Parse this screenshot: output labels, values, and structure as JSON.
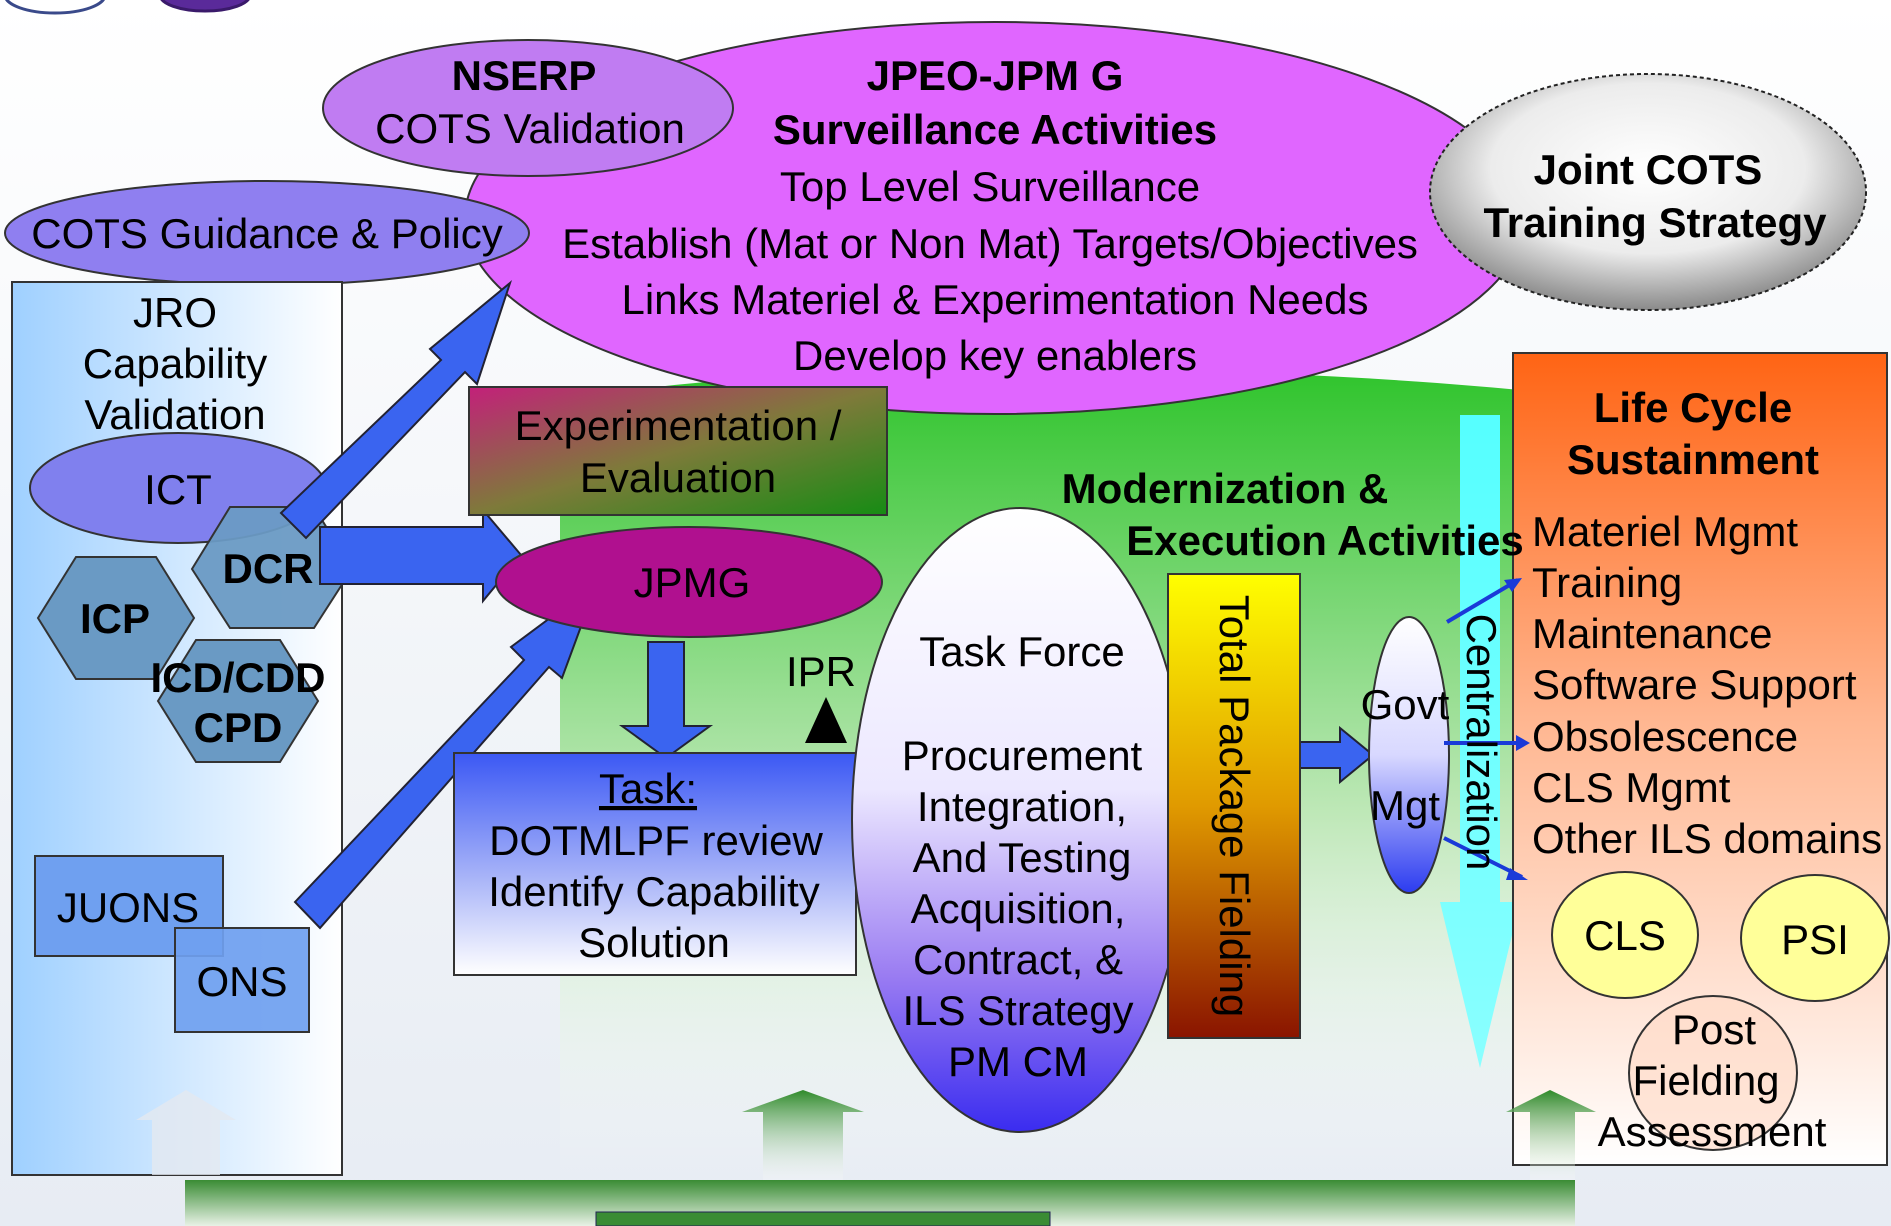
{
  "jro_box": {
    "lines": [
      "JRO",
      "Capability",
      "Validation"
    ]
  },
  "ict_label": "ICT",
  "hexagons": {
    "dcr": "DCR",
    "icp": "ICP",
    "icd_line1": "ICD/CDD",
    "icd_line2": "CPD"
  },
  "juons_label": "JUONS",
  "ons_label": "ONS",
  "nserp": {
    "title": "NSERP",
    "subtitle": "COTS Validation"
  },
  "cots_guidance_label": "COTS Guidance & Policy",
  "jpeo": {
    "title": "JPEO-JPM G",
    "subtitle": "Surveillance Activities",
    "lines": [
      "Top Level Surveillance",
      "Establish (Mat or Non Mat) Targets/Objectives",
      "Links Materiel & Experimentation Needs",
      "Develop key enablers"
    ]
  },
  "joint_cots": {
    "line1": "Joint COTS",
    "line2": "Training Strategy"
  },
  "experimentation": {
    "line1": "Experimentation /",
    "line2": "Evaluation"
  },
  "jpmg_label": "JPMG",
  "task_box": {
    "title": "Task:",
    "lines": [
      "DOTMLPF review",
      "Identify Capability",
      "Solution"
    ]
  },
  "ipr_label": "IPR",
  "task_force": {
    "line1": "Task Force",
    "lines": [
      "Procurement",
      "Integration,",
      "And Testing",
      "Acquisition,",
      "Contract, &",
      "ILS Strategy",
      "PM CM"
    ]
  },
  "modernization": {
    "line1": "Modernization &",
    "line2": "Execution Activities"
  },
  "total_package_label": "Total Package Fielding",
  "govt_mgt": {
    "line1": "Govt",
    "line2": "Mgt"
  },
  "centralization_label": "Centralization",
  "life_cycle": {
    "title1": "Life Cycle",
    "title2": "Sustainment",
    "items": [
      "Materiel Mgmt",
      "Training",
      "Maintenance",
      "Software Support",
      "Obsolescence",
      "CLS Mgmt",
      "Other ILS domains"
    ]
  },
  "cls_label": "CLS",
  "psi_label": "PSI",
  "post_fielding": {
    "line1": "Post",
    "line2": "Fielding",
    "line3": "Assessment"
  },
  "colors": {
    "jpeo_fill": "#e066ff",
    "nserp_fill": "#c07cf2",
    "cots_fill": "#8f7ff0",
    "ict_fill": "#8080ee",
    "hex_fill": "#6a9ac4",
    "juons_fill": "#6fa0f0",
    "jpmg_fill": "#b0108f",
    "arrow_blue": "#3a64f0",
    "life_cycle_top": "#ff6a18",
    "circle_fill": "#ffff99",
    "centralization": "#66ffff",
    "green_bg": "#3ec83a"
  }
}
